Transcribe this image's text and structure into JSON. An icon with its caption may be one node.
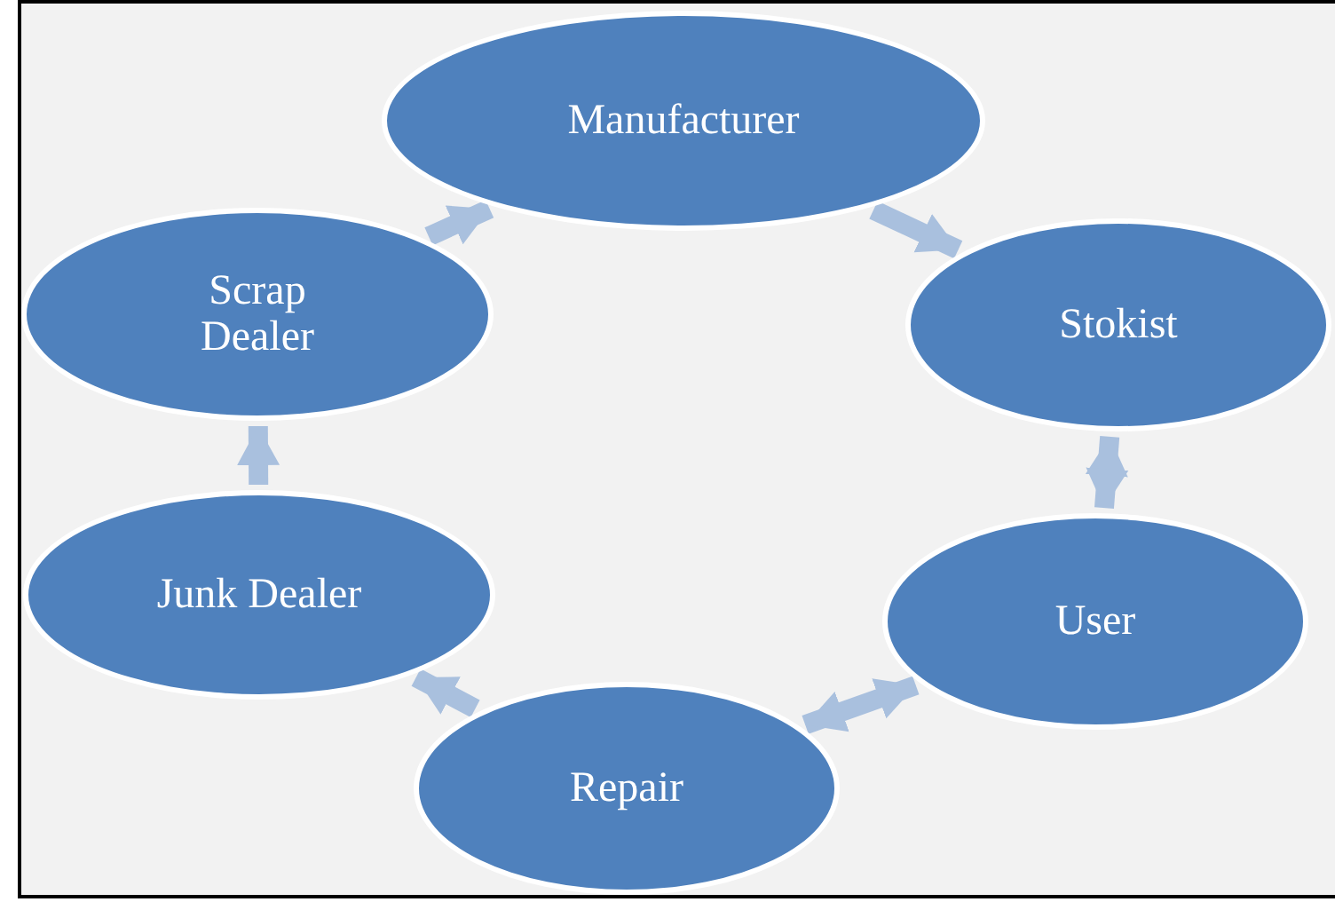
{
  "diagram": {
    "nodes": [
      {
        "text": [
          "Manufacturer"
        ]
      },
      {
        "text": [
          "Scrap Dealer"
        ]
      },
      {
        "text": [
          "Stokist"
        ]
      },
      {
        "text": [
          "Junk Dealer"
        ]
      },
      {
        "text": [
          "User"
        ]
      },
      {
        "text": [
          "Repair"
        ]
      }
    ],
    "edges": [
      {
        "from": 0,
        "to": 2,
        "arrow": "to"
      },
      {
        "from": 2,
        "to": 4,
        "arrow": "both"
      },
      {
        "from": 4,
        "to": 5,
        "arrow": "both"
      },
      {
        "from": 5,
        "to": 3,
        "arrow": "to"
      },
      {
        "from": 3,
        "to": 1,
        "arrow": "to"
      },
      {
        "from": 1,
        "to": 0,
        "arrow": "to"
      }
    ]
  }
}
